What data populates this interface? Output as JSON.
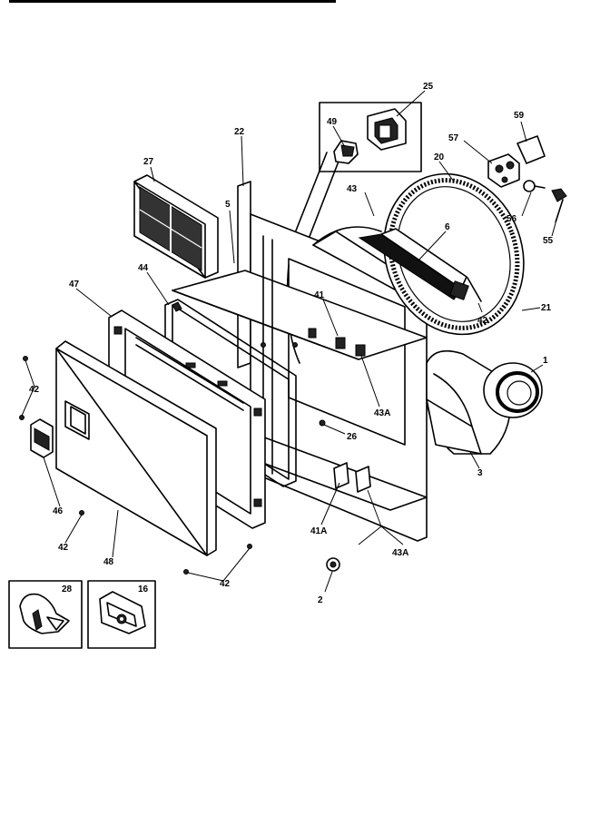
{
  "callouts": {
    "c25": "25",
    "c49": "49",
    "c22": "22",
    "c27": "27",
    "c59": "59",
    "c57": "57",
    "c20": "20",
    "c43": "43",
    "c5": "5",
    "c6": "6",
    "c44": "44",
    "c47": "47",
    "c56": "56",
    "c55": "55",
    "c21": "21",
    "c42a": "42",
    "c41": "41",
    "c1": "1",
    "c42b": "42",
    "c43a": "43A",
    "c26": "26",
    "c3": "3",
    "c46": "46",
    "c42c": "42",
    "c48": "48",
    "c41a": "41A",
    "c43a2": "43A",
    "c42d": "42",
    "c2": "2",
    "inset_left": "28",
    "inset_right": "16"
  }
}
